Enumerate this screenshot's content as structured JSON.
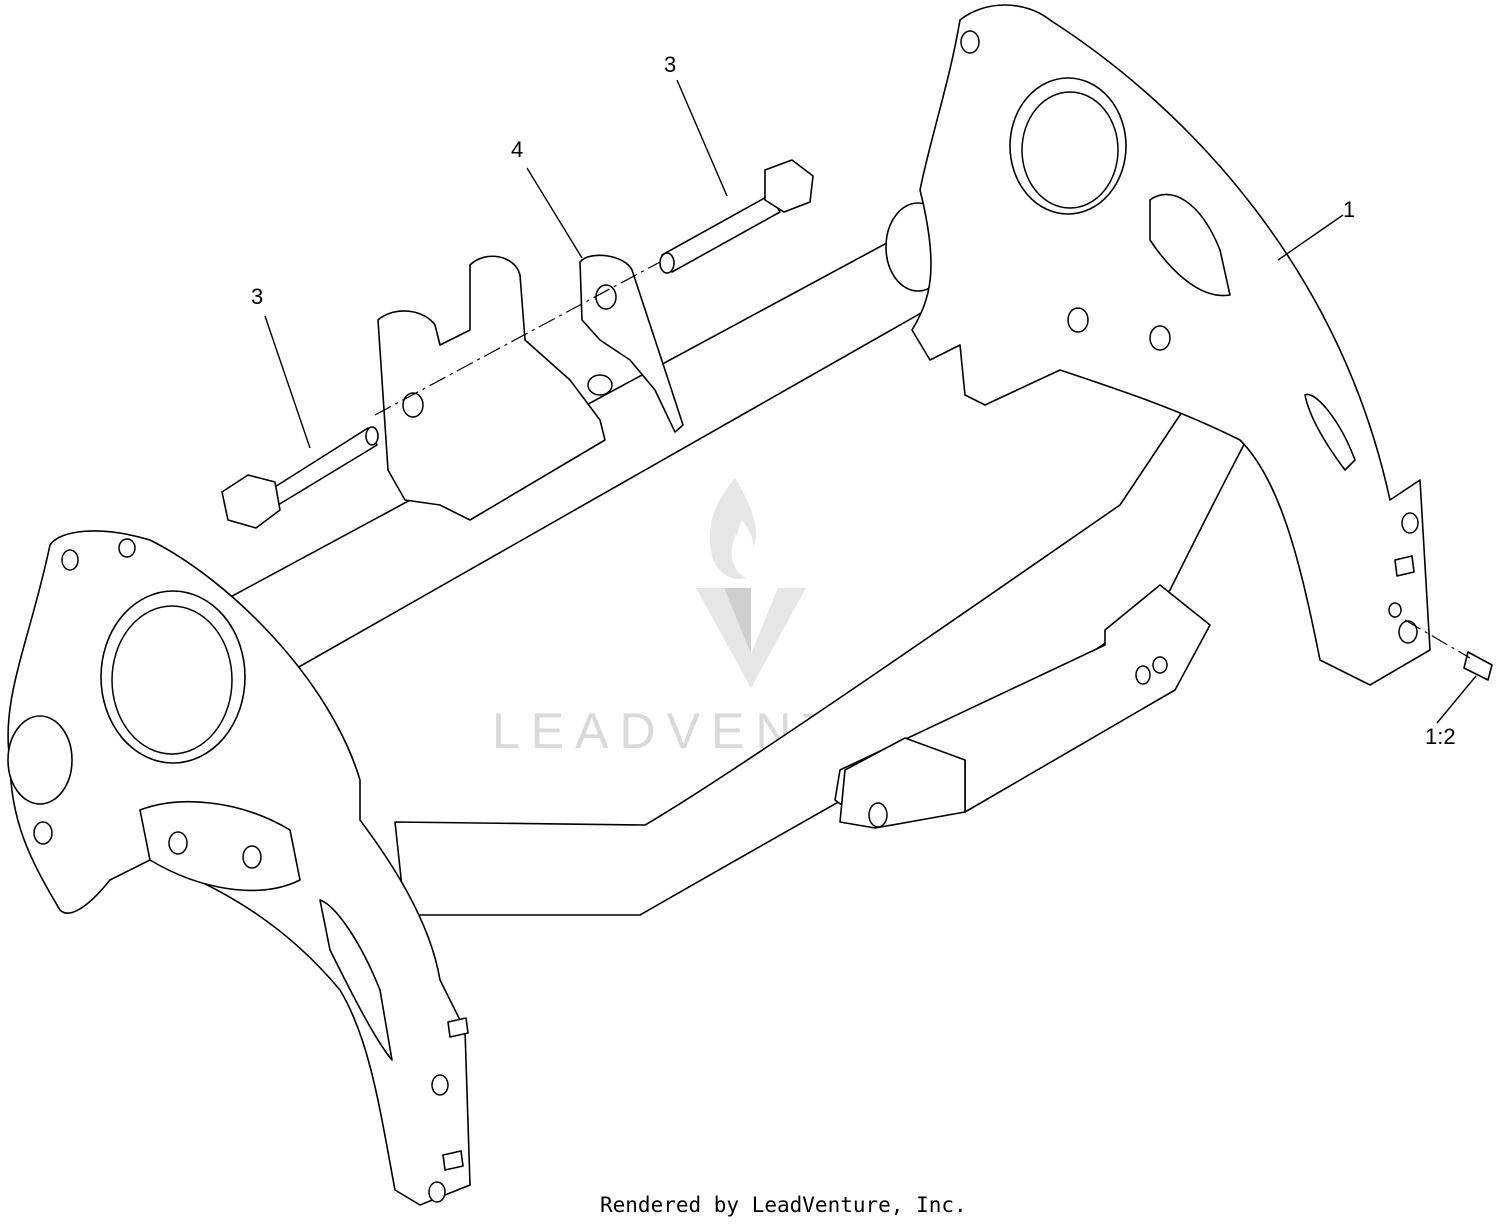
{
  "callouts": [
    {
      "id": "bolt-left",
      "label": "3"
    },
    {
      "id": "bolt-right",
      "label": "3"
    },
    {
      "id": "plate",
      "label": "4"
    },
    {
      "id": "frame",
      "label": "1"
    },
    {
      "id": "pin",
      "label": "1:2"
    }
  ],
  "watermark": {
    "text": "LEADVENTURE",
    "icon": "flame-v-logo-icon"
  },
  "footer": {
    "text": "Rendered by LeadVenture, Inc."
  },
  "colors": {
    "line": "#000000",
    "background": "#ffffff",
    "watermark": "#d9d9d9"
  }
}
